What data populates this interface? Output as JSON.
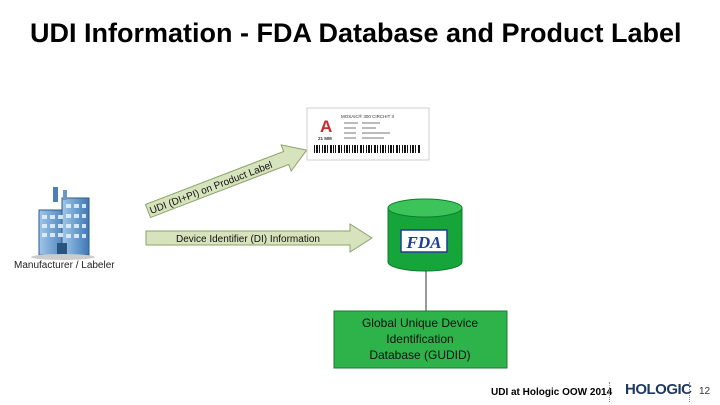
{
  "slide": {
    "title": "UDI Information - FDA Database and Product Label",
    "page_number": "12"
  },
  "diagram": {
    "manufacturer_label": "Manufacturer / Labeler",
    "arrow_udi_label": "UDI (DI+PI) on Product Label",
    "arrow_di_label": "Device Identifier (DI) Information",
    "fda_logo_text": "FDA",
    "gudid_lines": [
      "Global Unique Device",
      "Identification",
      "Database (GUDID)"
    ],
    "product_label": {
      "brand_letter": "A",
      "product_name": "MOSAIC® 300 CIRCHIT II",
      "size_text": "21 MM"
    }
  },
  "footer": {
    "text": "UDI at Hologic OOW 2014",
    "logo": "HOLOGIC"
  },
  "colors": {
    "arrow_fill": "#d6e3bc",
    "arrow_stroke": "#8aa36a",
    "gudid_fill": "#2db34a",
    "cylinder_fill": "#16a53a",
    "fda_blue": "#1a3e9a",
    "label_red": "#d0262d"
  }
}
